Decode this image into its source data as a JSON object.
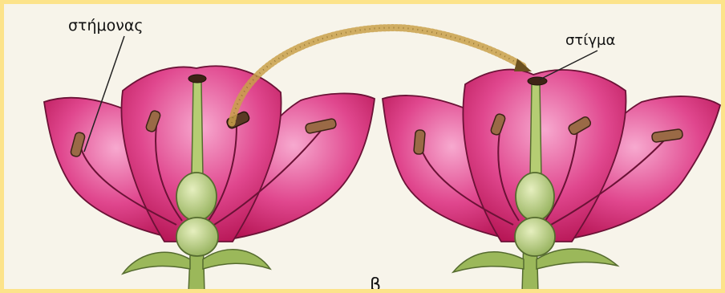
{
  "labels": {
    "stamen": "στήμονας",
    "stigma": "στίγμα",
    "panel": "β"
  },
  "colors": {
    "background": "#f7f4ea",
    "border": "#fce38a",
    "petal_dark": "#c2185b",
    "petal_light": "#f06aa6",
    "stem_green": "#a9c46a",
    "anther": "#8a5a3b",
    "pollen": "#c9a04a"
  }
}
